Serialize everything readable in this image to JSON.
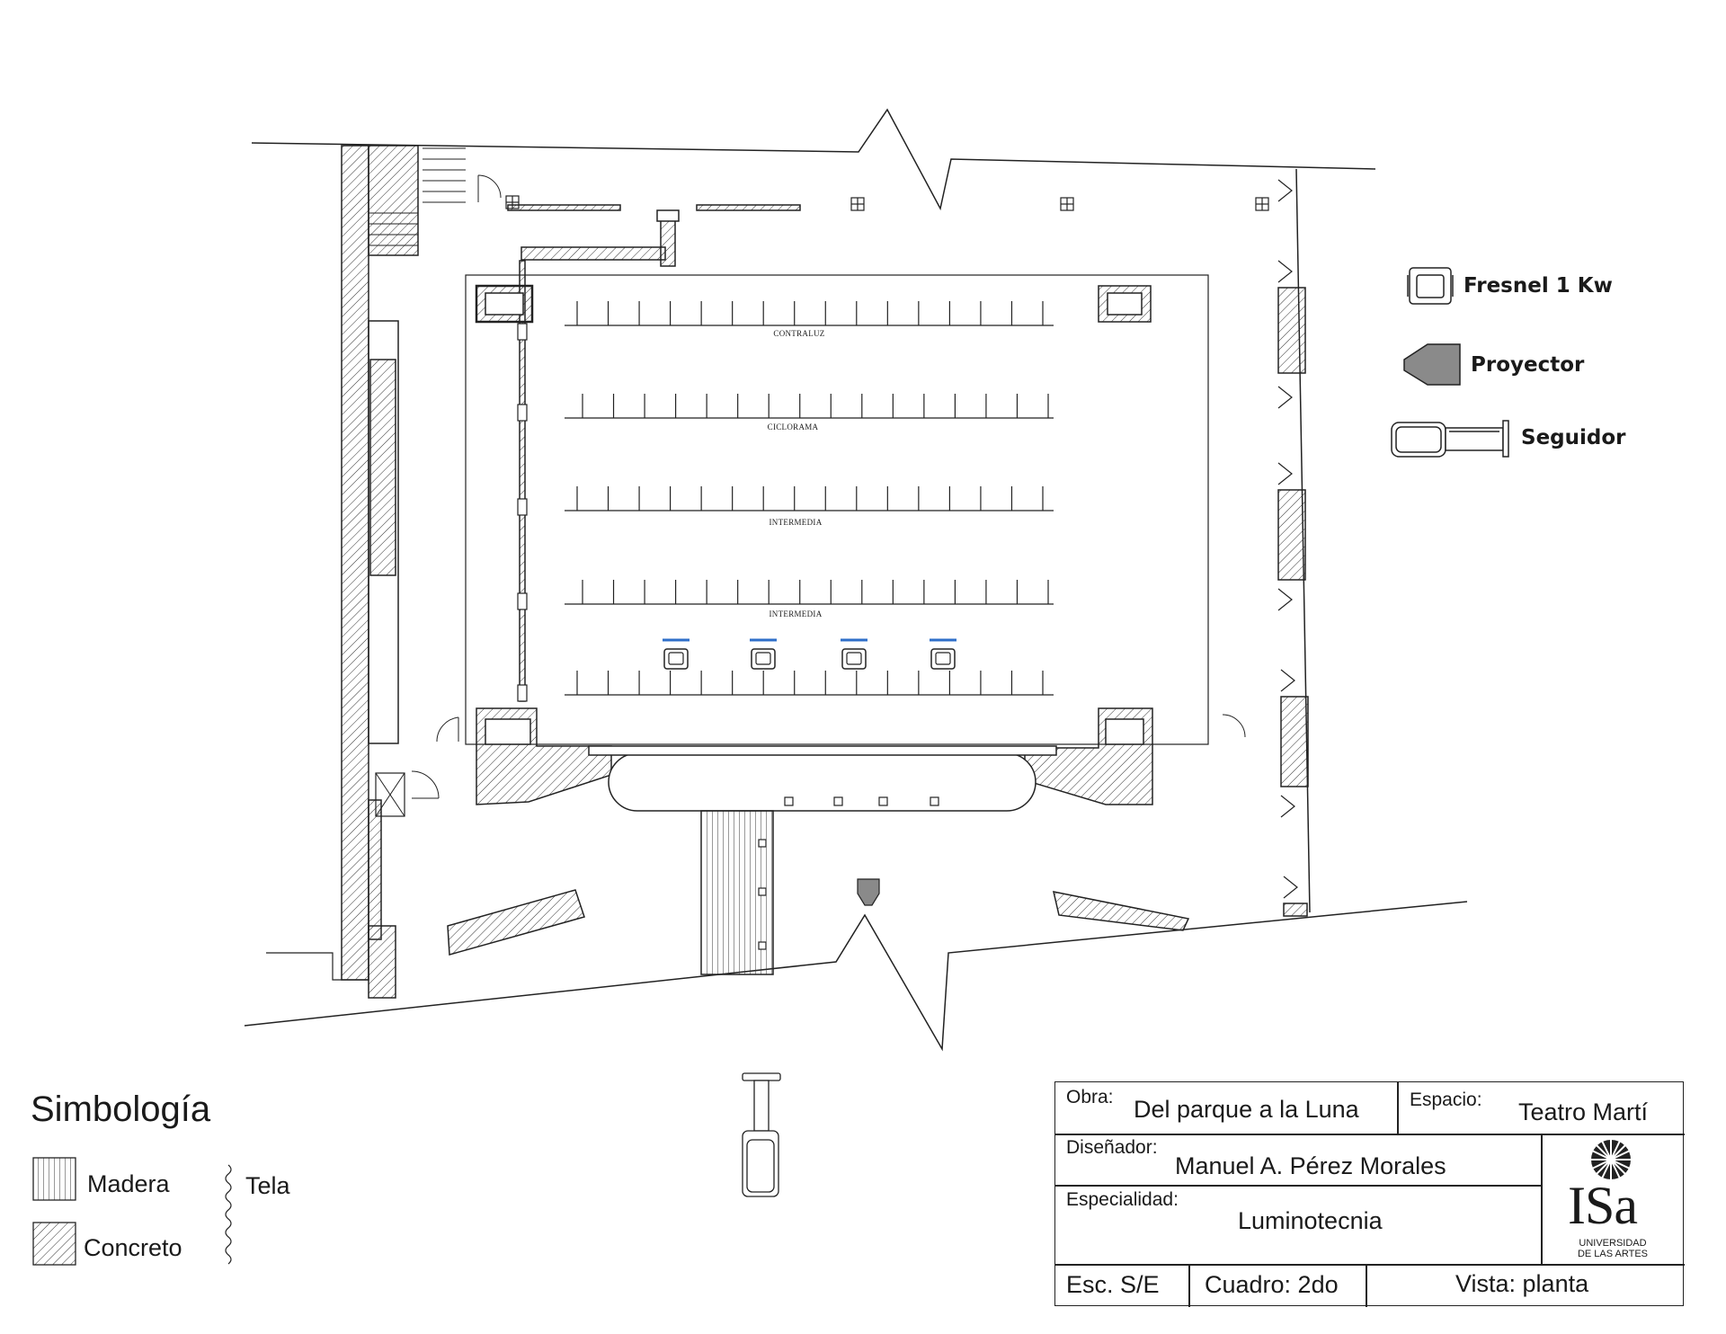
{
  "diagram": {
    "pipes": [
      {
        "label": "CONTRALUZ"
      },
      {
        "label": "CICLORAMA"
      },
      {
        "label": "INTERMEDIA"
      },
      {
        "label": "INTERMEDIA"
      }
    ]
  },
  "symbol_legend": {
    "fresnel": "Fresnel 1 Kw",
    "proyector": "Proyector",
    "seguidor": "Seguidor"
  },
  "simbologia": {
    "title": "Simbología",
    "madera": "Madera",
    "concreto": "Concreto",
    "tela": "Tela"
  },
  "title_block": {
    "obra_label": "Obra:",
    "obra_value": "Del parque a la Luna",
    "espacio_label": "Espacio:",
    "espacio_value": "Teatro Martí",
    "disenador_label": "Diseñador:",
    "disenador_value": "Manuel A. Pérez Morales",
    "especialidad_label": "Especialidad:",
    "especialidad_value": "Luminotecnia",
    "escala": "Esc. S/E",
    "cuadro": "Cuadro: 2do",
    "vista": "Vista: planta",
    "logo_text": "ISa",
    "logo_sub_line1": "UNIVERSIDAD",
    "logo_sub_line2": "DE LAS ARTES"
  },
  "colors": {
    "line": "#222222",
    "hatch": "#333333",
    "pipe_accent": "#2f6fc9",
    "projector_fill": "#8a8a8a"
  }
}
